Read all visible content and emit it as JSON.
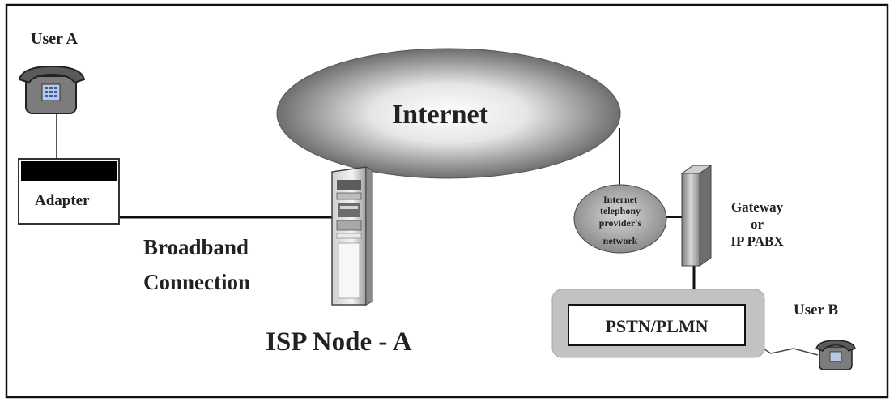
{
  "labels": {
    "user_a": "User A",
    "adapter": "Adapter",
    "internet": "Internet",
    "broadband_line1": "Broadband",
    "broadband_line2": "Connection",
    "isp_node": "ISP Node - A",
    "provider_line1": "Internet",
    "provider_line2": "telephony",
    "provider_line3": "provider's",
    "provider_line4": "network",
    "gateway_line1": "Gateway",
    "gateway_line2": "or",
    "gateway_line3": "IP PABX",
    "pstn": "PSTN/PLMN",
    "user_b": "User B"
  },
  "icons": {
    "user_a_phone": "telephone-icon",
    "isp_server": "server-tower-icon",
    "gateway": "gateway-box-icon",
    "user_b_phone": "telephone-icon"
  }
}
